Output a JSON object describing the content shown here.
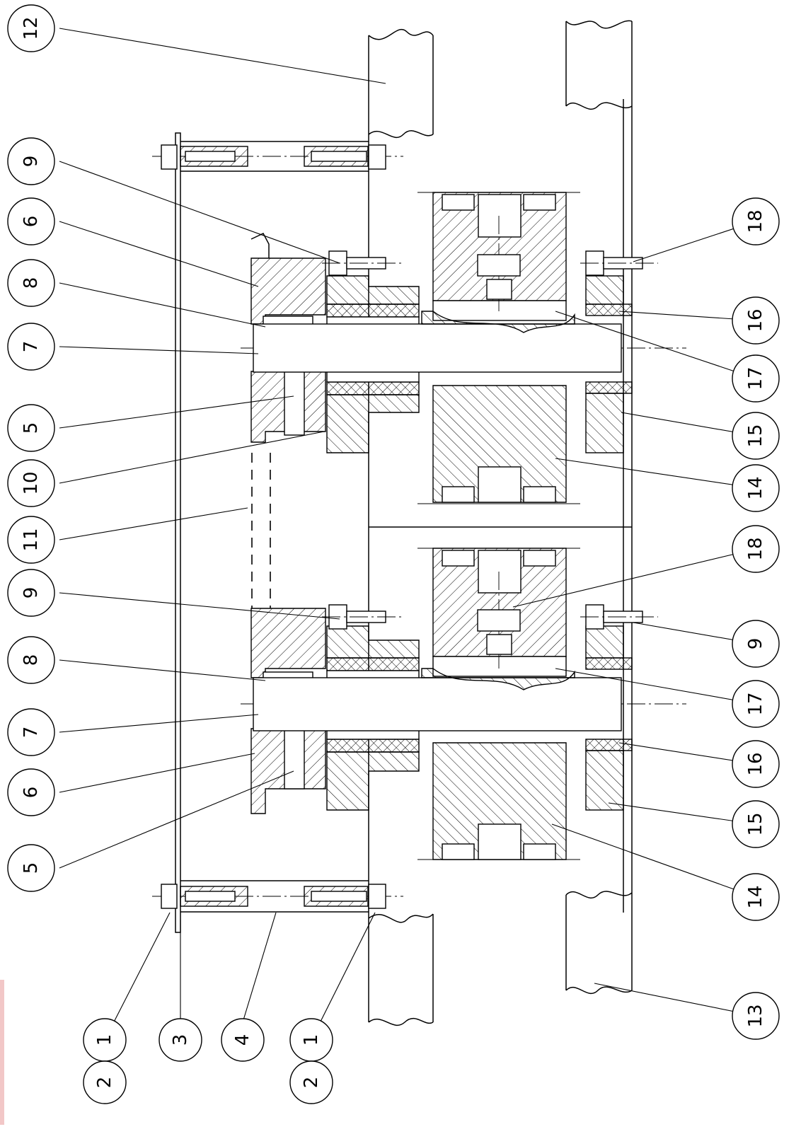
{
  "balloons": [
    {
      "id": "b12a",
      "label": "12"
    },
    {
      "id": "b9a",
      "label": "9"
    },
    {
      "id": "b6a",
      "label": "6"
    },
    {
      "id": "b8a",
      "label": "8"
    },
    {
      "id": "b7a",
      "label": "7"
    },
    {
      "id": "b5a",
      "label": "5"
    },
    {
      "id": "b10a",
      "label": "10"
    },
    {
      "id": "b11a",
      "label": "11"
    },
    {
      "id": "b9b",
      "label": "9"
    },
    {
      "id": "b8b",
      "label": "8"
    },
    {
      "id": "b7b",
      "label": "7"
    },
    {
      "id": "b6b",
      "label": "6"
    },
    {
      "id": "b5b",
      "label": "5"
    },
    {
      "id": "b18a",
      "label": "18"
    },
    {
      "id": "b16a",
      "label": "16"
    },
    {
      "id": "b17a",
      "label": "17"
    },
    {
      "id": "b15a",
      "label": "15"
    },
    {
      "id": "b14a",
      "label": "14"
    },
    {
      "id": "b18b",
      "label": "18"
    },
    {
      "id": "b9c",
      "label": "9"
    },
    {
      "id": "b17b",
      "label": "17"
    },
    {
      "id": "b16b",
      "label": "16"
    },
    {
      "id": "b15b",
      "label": "15"
    },
    {
      "id": "b14b",
      "label": "14"
    },
    {
      "id": "b13a",
      "label": "13"
    },
    {
      "id": "b1a",
      "label": "1"
    },
    {
      "id": "b2a",
      "label": "2"
    },
    {
      "id": "b3a",
      "label": "3"
    },
    {
      "id": "b4a",
      "label": "4"
    },
    {
      "id": "b1b",
      "label": "1"
    },
    {
      "id": "b2b",
      "label": "2"
    }
  ]
}
